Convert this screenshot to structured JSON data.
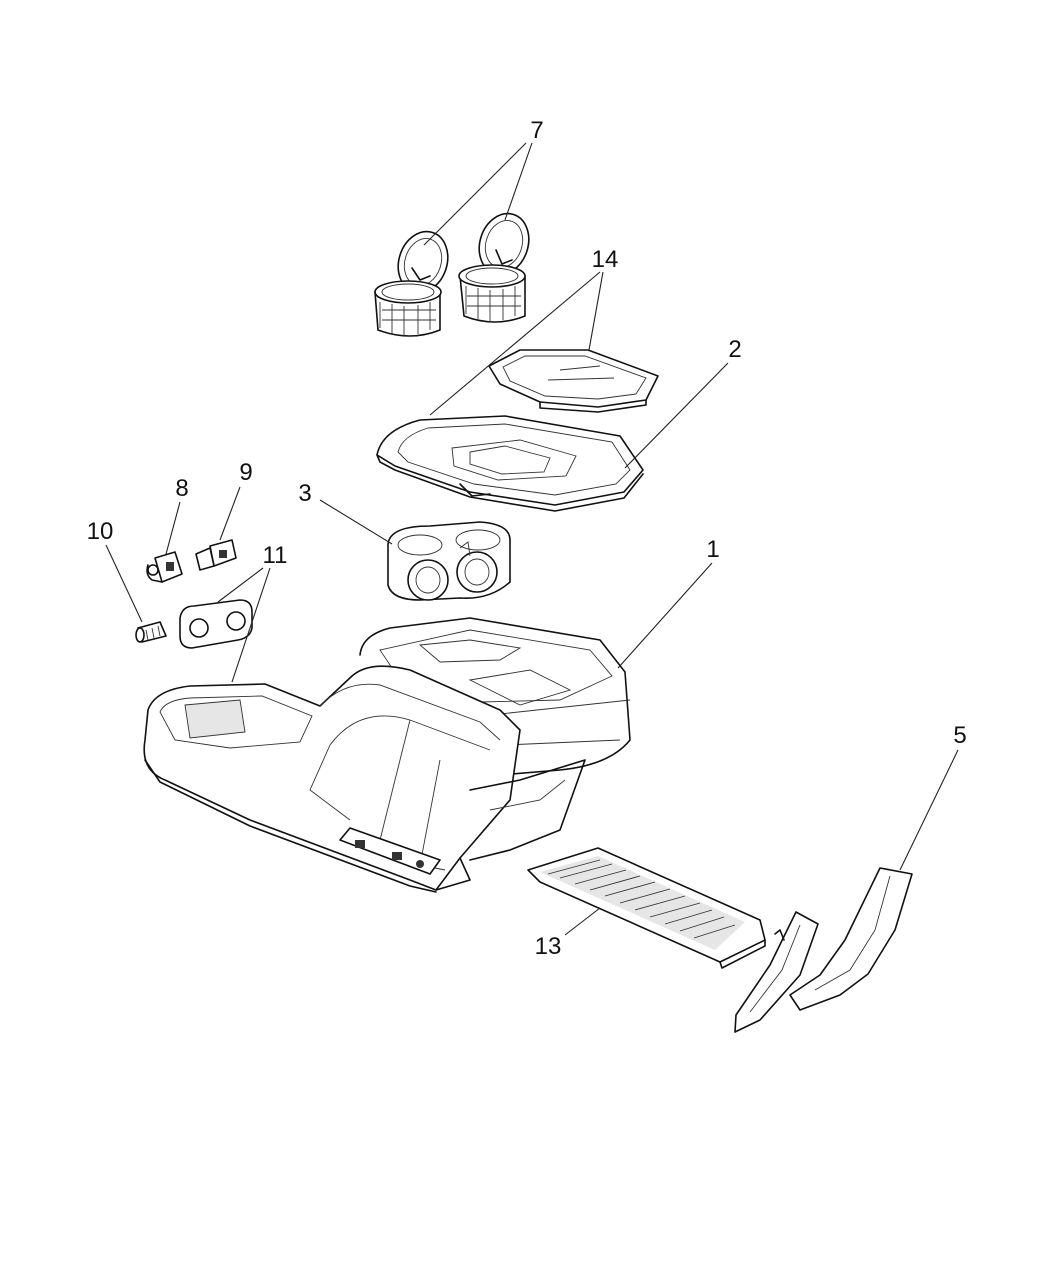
{
  "callouts": {
    "c1": "1",
    "c2": "2",
    "c3": "3",
    "c5": "5",
    "c7": "7",
    "c8": "8",
    "c9": "9",
    "c10": "10",
    "c11": "11",
    "c13": "13",
    "c14": "14"
  },
  "parts": [
    {
      "ref": "1",
      "name": "center-console-body"
    },
    {
      "ref": "2",
      "name": "upper-bezel"
    },
    {
      "ref": "3",
      "name": "cup-holder-insert"
    },
    {
      "ref": "5",
      "name": "side-trim-panel"
    },
    {
      "ref": "7",
      "name": "cup-holder-lids"
    },
    {
      "ref": "8",
      "name": "usb-port"
    },
    {
      "ref": "9",
      "name": "aux-port"
    },
    {
      "ref": "10",
      "name": "power-outlet"
    },
    {
      "ref": "11",
      "name": "port-bezel"
    },
    {
      "ref": "13",
      "name": "storage-tray-mat"
    },
    {
      "ref": "14",
      "name": "tray-liners"
    }
  ]
}
